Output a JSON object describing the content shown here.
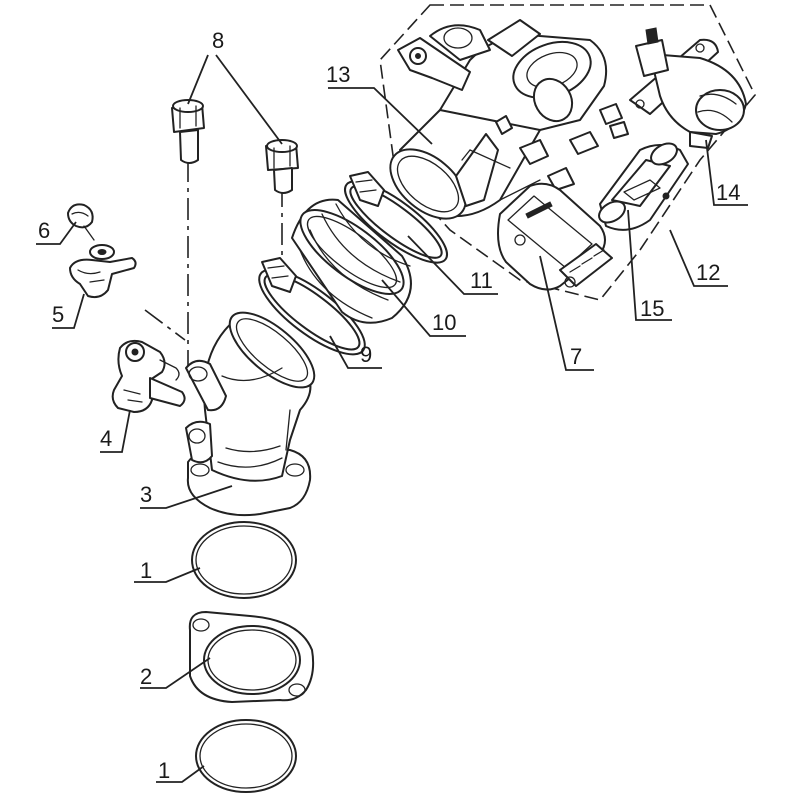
{
  "callouts": {
    "c1a": "1",
    "c1b": "1",
    "c2": "2",
    "c3": "3",
    "c4": "4",
    "c5": "5",
    "c6": "6",
    "c7": "7",
    "c8": "8",
    "c9": "9",
    "c10": "10",
    "c11": "11",
    "c12": "12",
    "c13": "13",
    "c14": "14",
    "c15": "15"
  },
  "colors": {
    "line": "#222222",
    "background": "#ffffff"
  }
}
